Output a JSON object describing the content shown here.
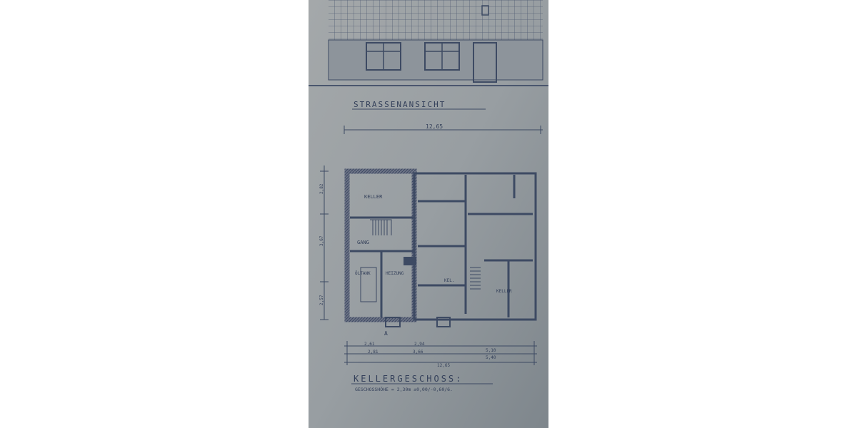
{
  "drawing": {
    "elevation_title": "STRASSENANSICHT",
    "overall_width_top": "12,65",
    "plan_title": "KELLERGESCHOSS:",
    "plan_subtitle": "GESCHOSSHÖHE = 2,30m ±0,00/-0,60/6.",
    "rooms": {
      "keller_1": "KELLER",
      "gang": "GANG",
      "oeltank": "ÖLTANK",
      "heizung": "HEIZUNG",
      "kel": "KEL.",
      "keller_2": "KELLER"
    },
    "left_dims": [
      "2,82",
      "3,67",
      "2,57"
    ],
    "bottom_dims_row1": [
      "2,61",
      "2,94",
      "5,10"
    ],
    "bottom_dims_row2": [
      "2,81",
      "3,66",
      "5,40"
    ],
    "bottom_total": "12,65",
    "section_marker": "A",
    "colors": {
      "paper": "#9aa0a4",
      "ink": "#3d4a63"
    }
  }
}
